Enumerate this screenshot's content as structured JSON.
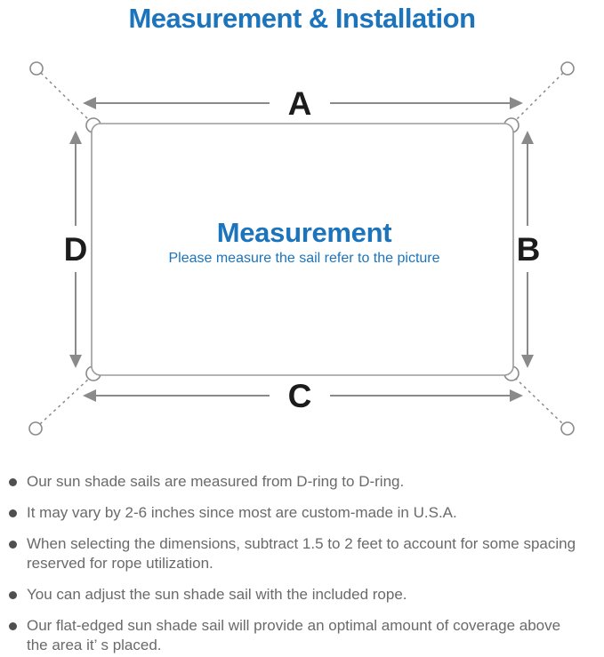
{
  "title": "Measurement & Installation",
  "diagram": {
    "labels": {
      "top": "A",
      "right": "B",
      "bottom": "C",
      "left": "D"
    },
    "center_title": "Measurement",
    "center_subtitle": "Please measure the sail refer to the picture"
  },
  "notes": [
    {
      "text": "Our sun shade sails are measured from D-ring to D-ring."
    },
    {
      "text": "It may vary by 2-6 inches since most are custom-made in U.S.A."
    },
    {
      "text": "When selecting the dimensions, subtract 1.5 to 2 feet to account for some spacing\nreserved for rope utilization."
    },
    {
      "text": "You can adjust the sun shade sail with the included rope."
    },
    {
      "text": "Our flat-edged sun shade sail will provide an optimal amount of coverage above\nthe area it’ s placed."
    }
  ],
  "colors": {
    "accent_blue": "#1b74bc",
    "line_gray": "#8a8a8a",
    "rect_gray": "#9b9b9b",
    "label_black": "#1c1c1c",
    "note_gray": "#6a6a6a",
    "bullet_gray": "#4f4f4f"
  }
}
